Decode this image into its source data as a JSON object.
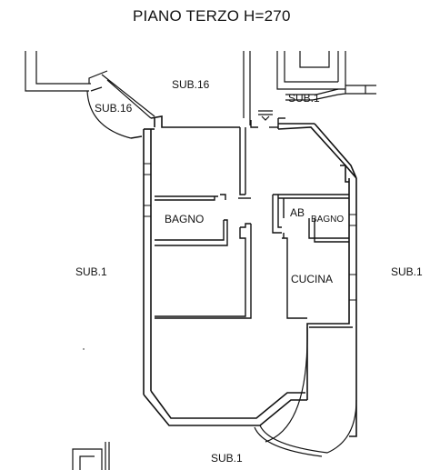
{
  "title": "PIANO TERZO H=270",
  "labels": {
    "sub16_top": "SUB.16",
    "sub16_left": "SUB.16",
    "sub1_top": "SUB.1",
    "sub1_left": "SUB.1",
    "sub1_right": "SUB.1",
    "sub1_bottom": "SUB.1",
    "bagno_main": "BAGNO",
    "ab": "AB",
    "bagno_small": "BAGNO",
    "cucina": "CUCINA"
  }
}
